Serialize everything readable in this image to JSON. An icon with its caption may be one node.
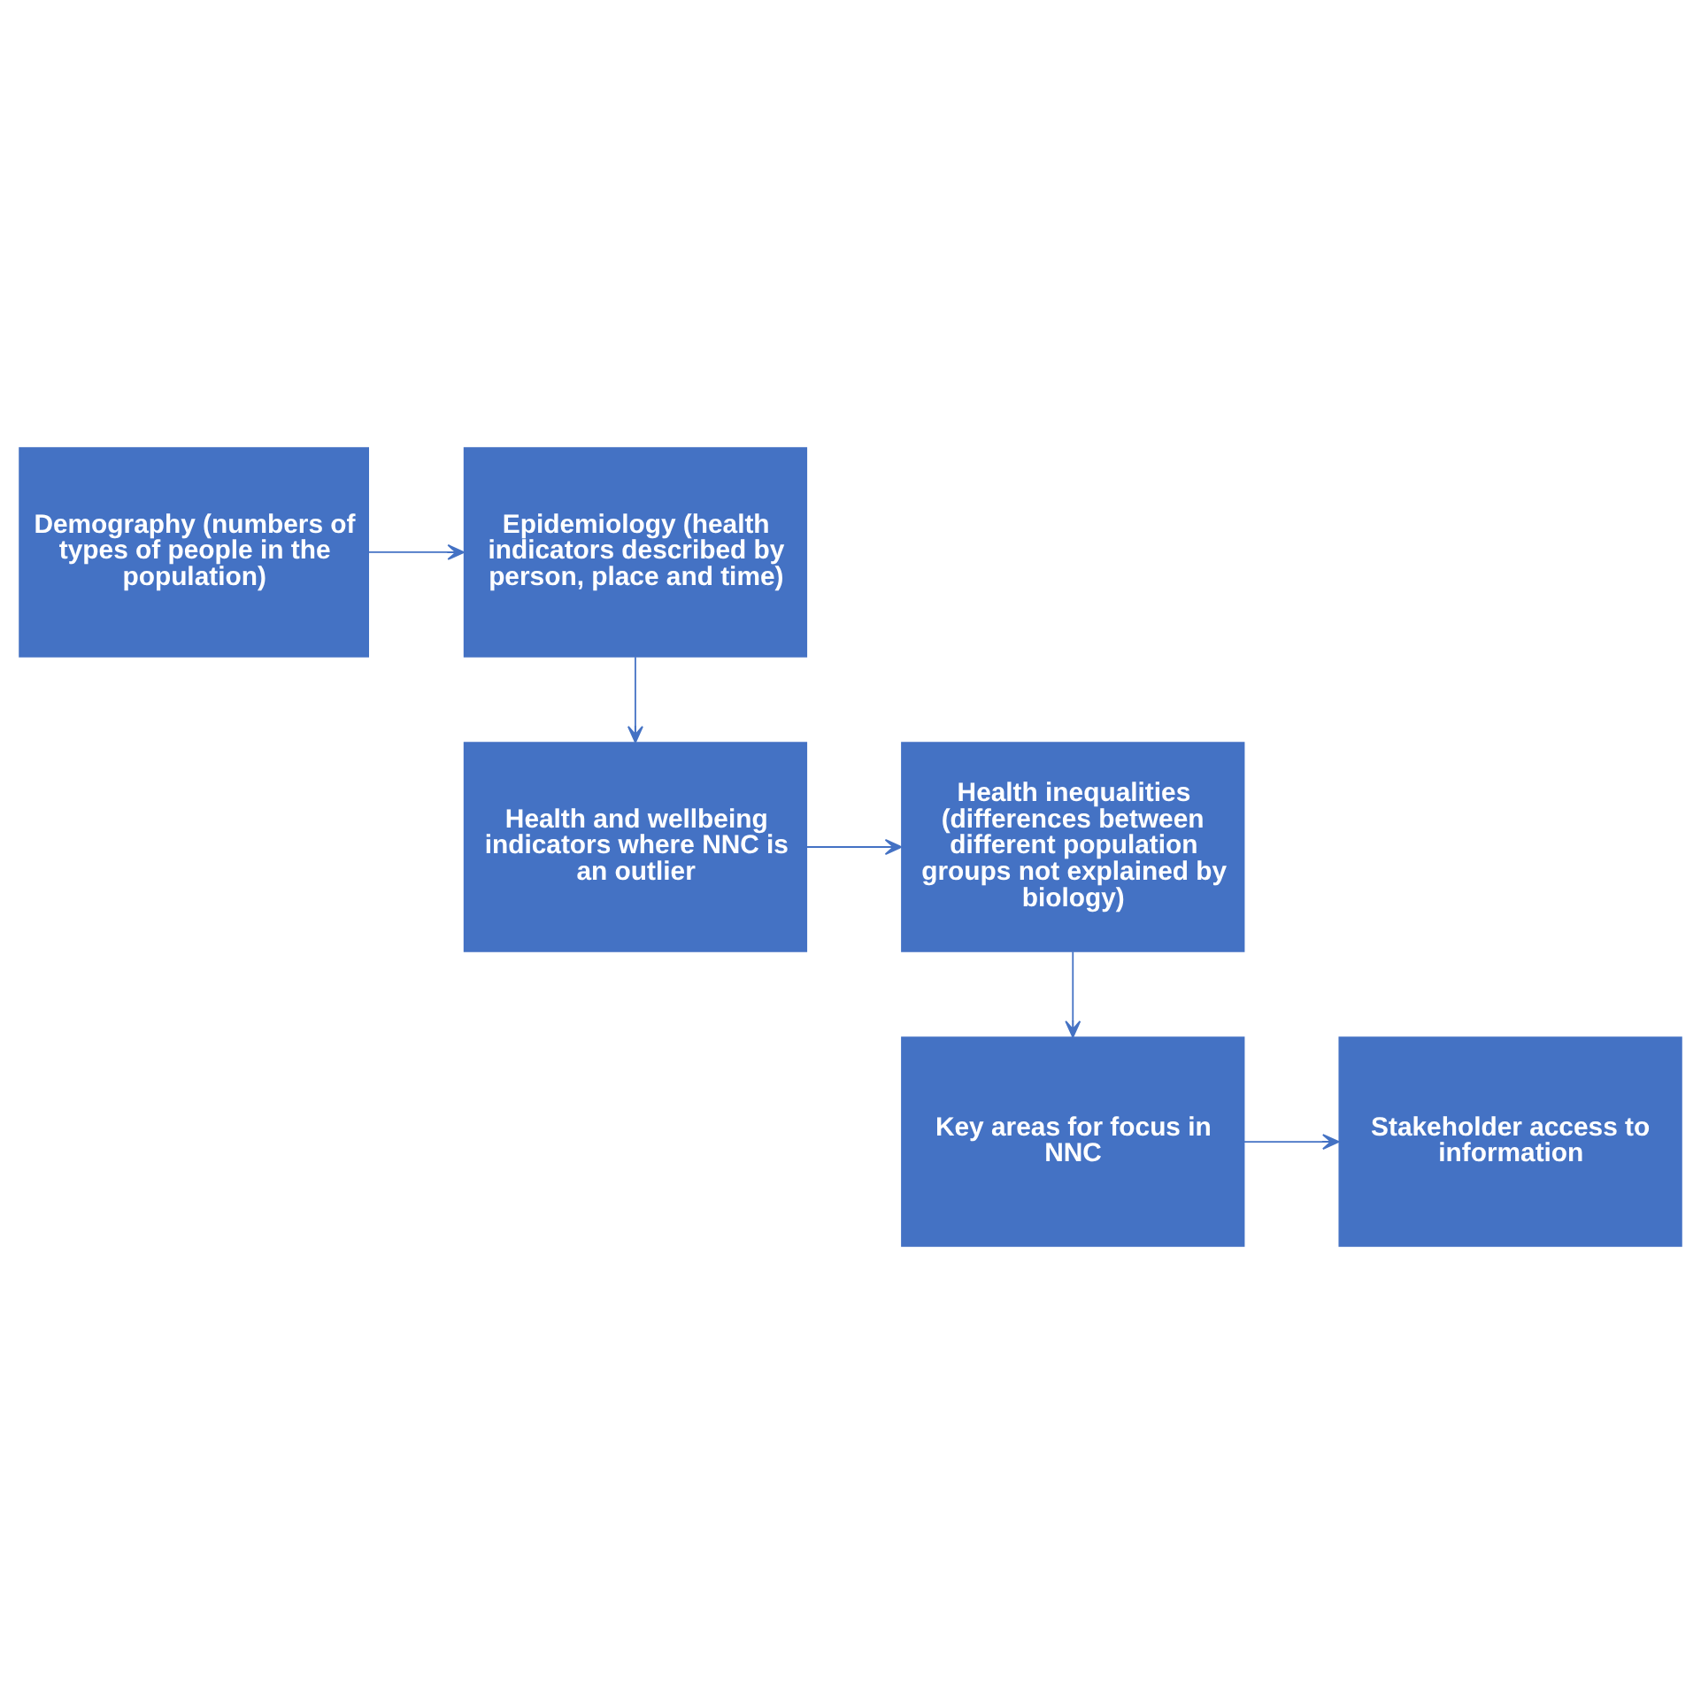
{
  "diagram": {
    "nodes": [
      {
        "text": [
          "Demography (numbers of types of people in the population)"
        ]
      },
      {
        "text": [
          "Epidemiology (health indicators described by person, place and time)"
        ]
      },
      {
        "text": [
          "Health and wellbeing indicators where NNC is an outlier"
        ]
      },
      {
        "text": [
          "Health inequalities (differences between different population groups not explained by biology)"
        ]
      },
      {
        "text": [
          "Key areas for focus in NNC"
        ]
      },
      {
        "text": [
          "Stakeholder access to information"
        ]
      }
    ],
    "edges": [
      {
        "from": 0,
        "to": 1,
        "arrow": "to"
      },
      {
        "from": 1,
        "to": 2,
        "arrow": "to"
      },
      {
        "from": 2,
        "to": 3,
        "arrow": "to"
      },
      {
        "from": 3,
        "to": 4,
        "arrow": "to"
      },
      {
        "from": 4,
        "to": 5,
        "arrow": "to"
      }
    ]
  }
}
